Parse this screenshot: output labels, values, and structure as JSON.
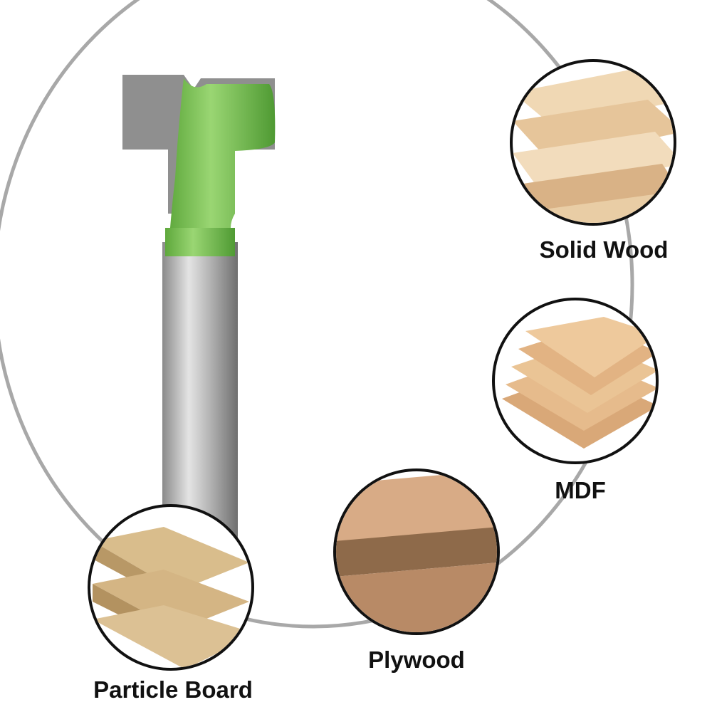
{
  "materials": [
    {
      "label": "Solid Wood"
    },
    {
      "label": "MDF"
    },
    {
      "label": "Plywood"
    },
    {
      "label": "Particle Board"
    }
  ],
  "colors": {
    "arc": "#a8a8a8",
    "bit_green": "#7cc456",
    "bit_steel": "#9a9a9a",
    "wood_light": "#e8c9a0",
    "wood_dark": "#c99a6b"
  }
}
